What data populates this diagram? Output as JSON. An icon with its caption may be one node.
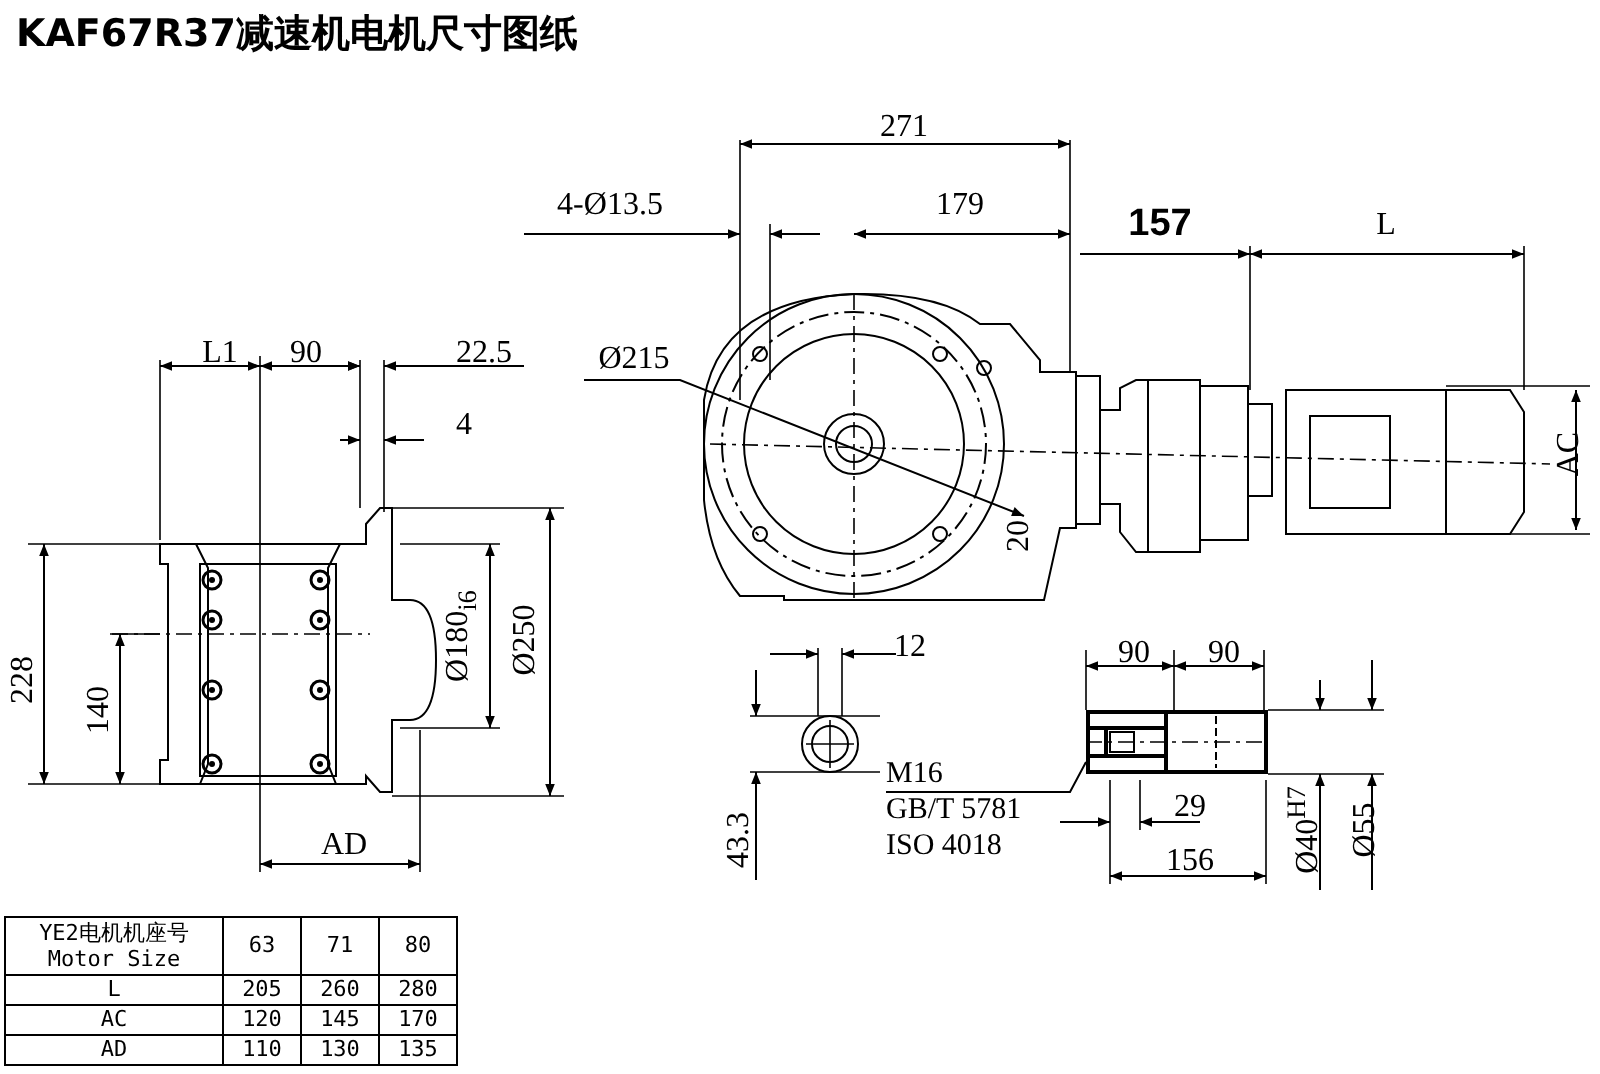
{
  "diagram": {
    "title": "KAF67R37减速机电机尺寸图纸",
    "nodes": [
      {
        "text": [
          "M16",
          "GB/T 5781",
          "ISO 4018"
        ]
      },
      {
        "text": [],
        "shape": "picture"
      }
    ],
    "edges": [
      {
        "from": 0,
        "to": 1,
        "arrow": "none"
      }
    ],
    "labels": [
      "L1",
      "90",
      "22.5",
      "4",
      "228",
      "140",
      "Ø180$_{i6}$",
      "Ø250",
      "AD",
      "271",
      "4-Ø13.5",
      "179",
      "Ø215",
      "20",
      "157",
      "L",
      "AC",
      "12",
      "43.3",
      "90",
      "90",
      "29",
      "156",
      "Ø40$^{H7}$",
      "Ø55",
      "YE2电机机座号 Motor Size",
      "63",
      "71",
      "80",
      "L",
      "205",
      "260",
      "280",
      "AC",
      "120",
      "145",
      "170",
      "AD",
      "110",
      "130",
      "135"
    ]
  }
}
